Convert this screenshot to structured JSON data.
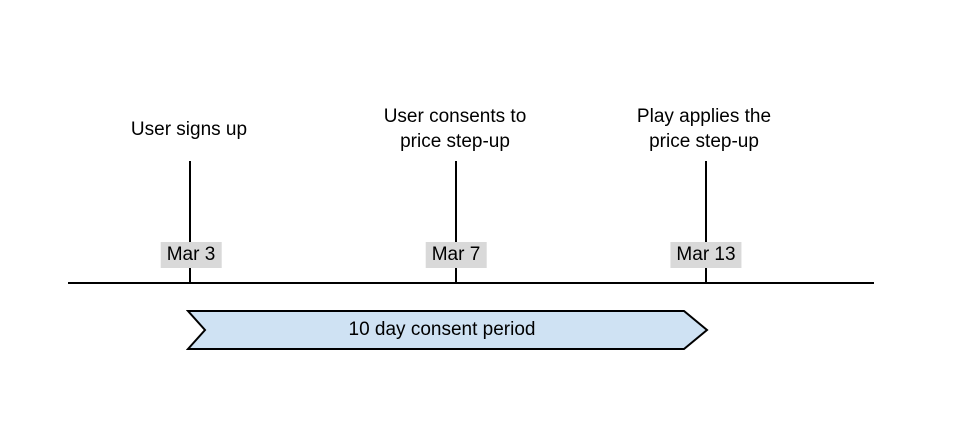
{
  "diagram": {
    "type": "timeline",
    "colors": {
      "background": "#ffffff",
      "line": "#000000",
      "text": "#000000",
      "date_label_bg": "#d9d9d9",
      "banner_fill": "#cfe2f3",
      "banner_stroke": "#000000"
    },
    "events": [
      {
        "title": "User signs up",
        "date": "Mar 3"
      },
      {
        "title": "User consents to\nprice step-up",
        "date": "Mar 7"
      },
      {
        "title": "Play applies the\nprice step-up",
        "date": "Mar 13"
      }
    ],
    "banner": {
      "label": "10 day consent period"
    }
  }
}
